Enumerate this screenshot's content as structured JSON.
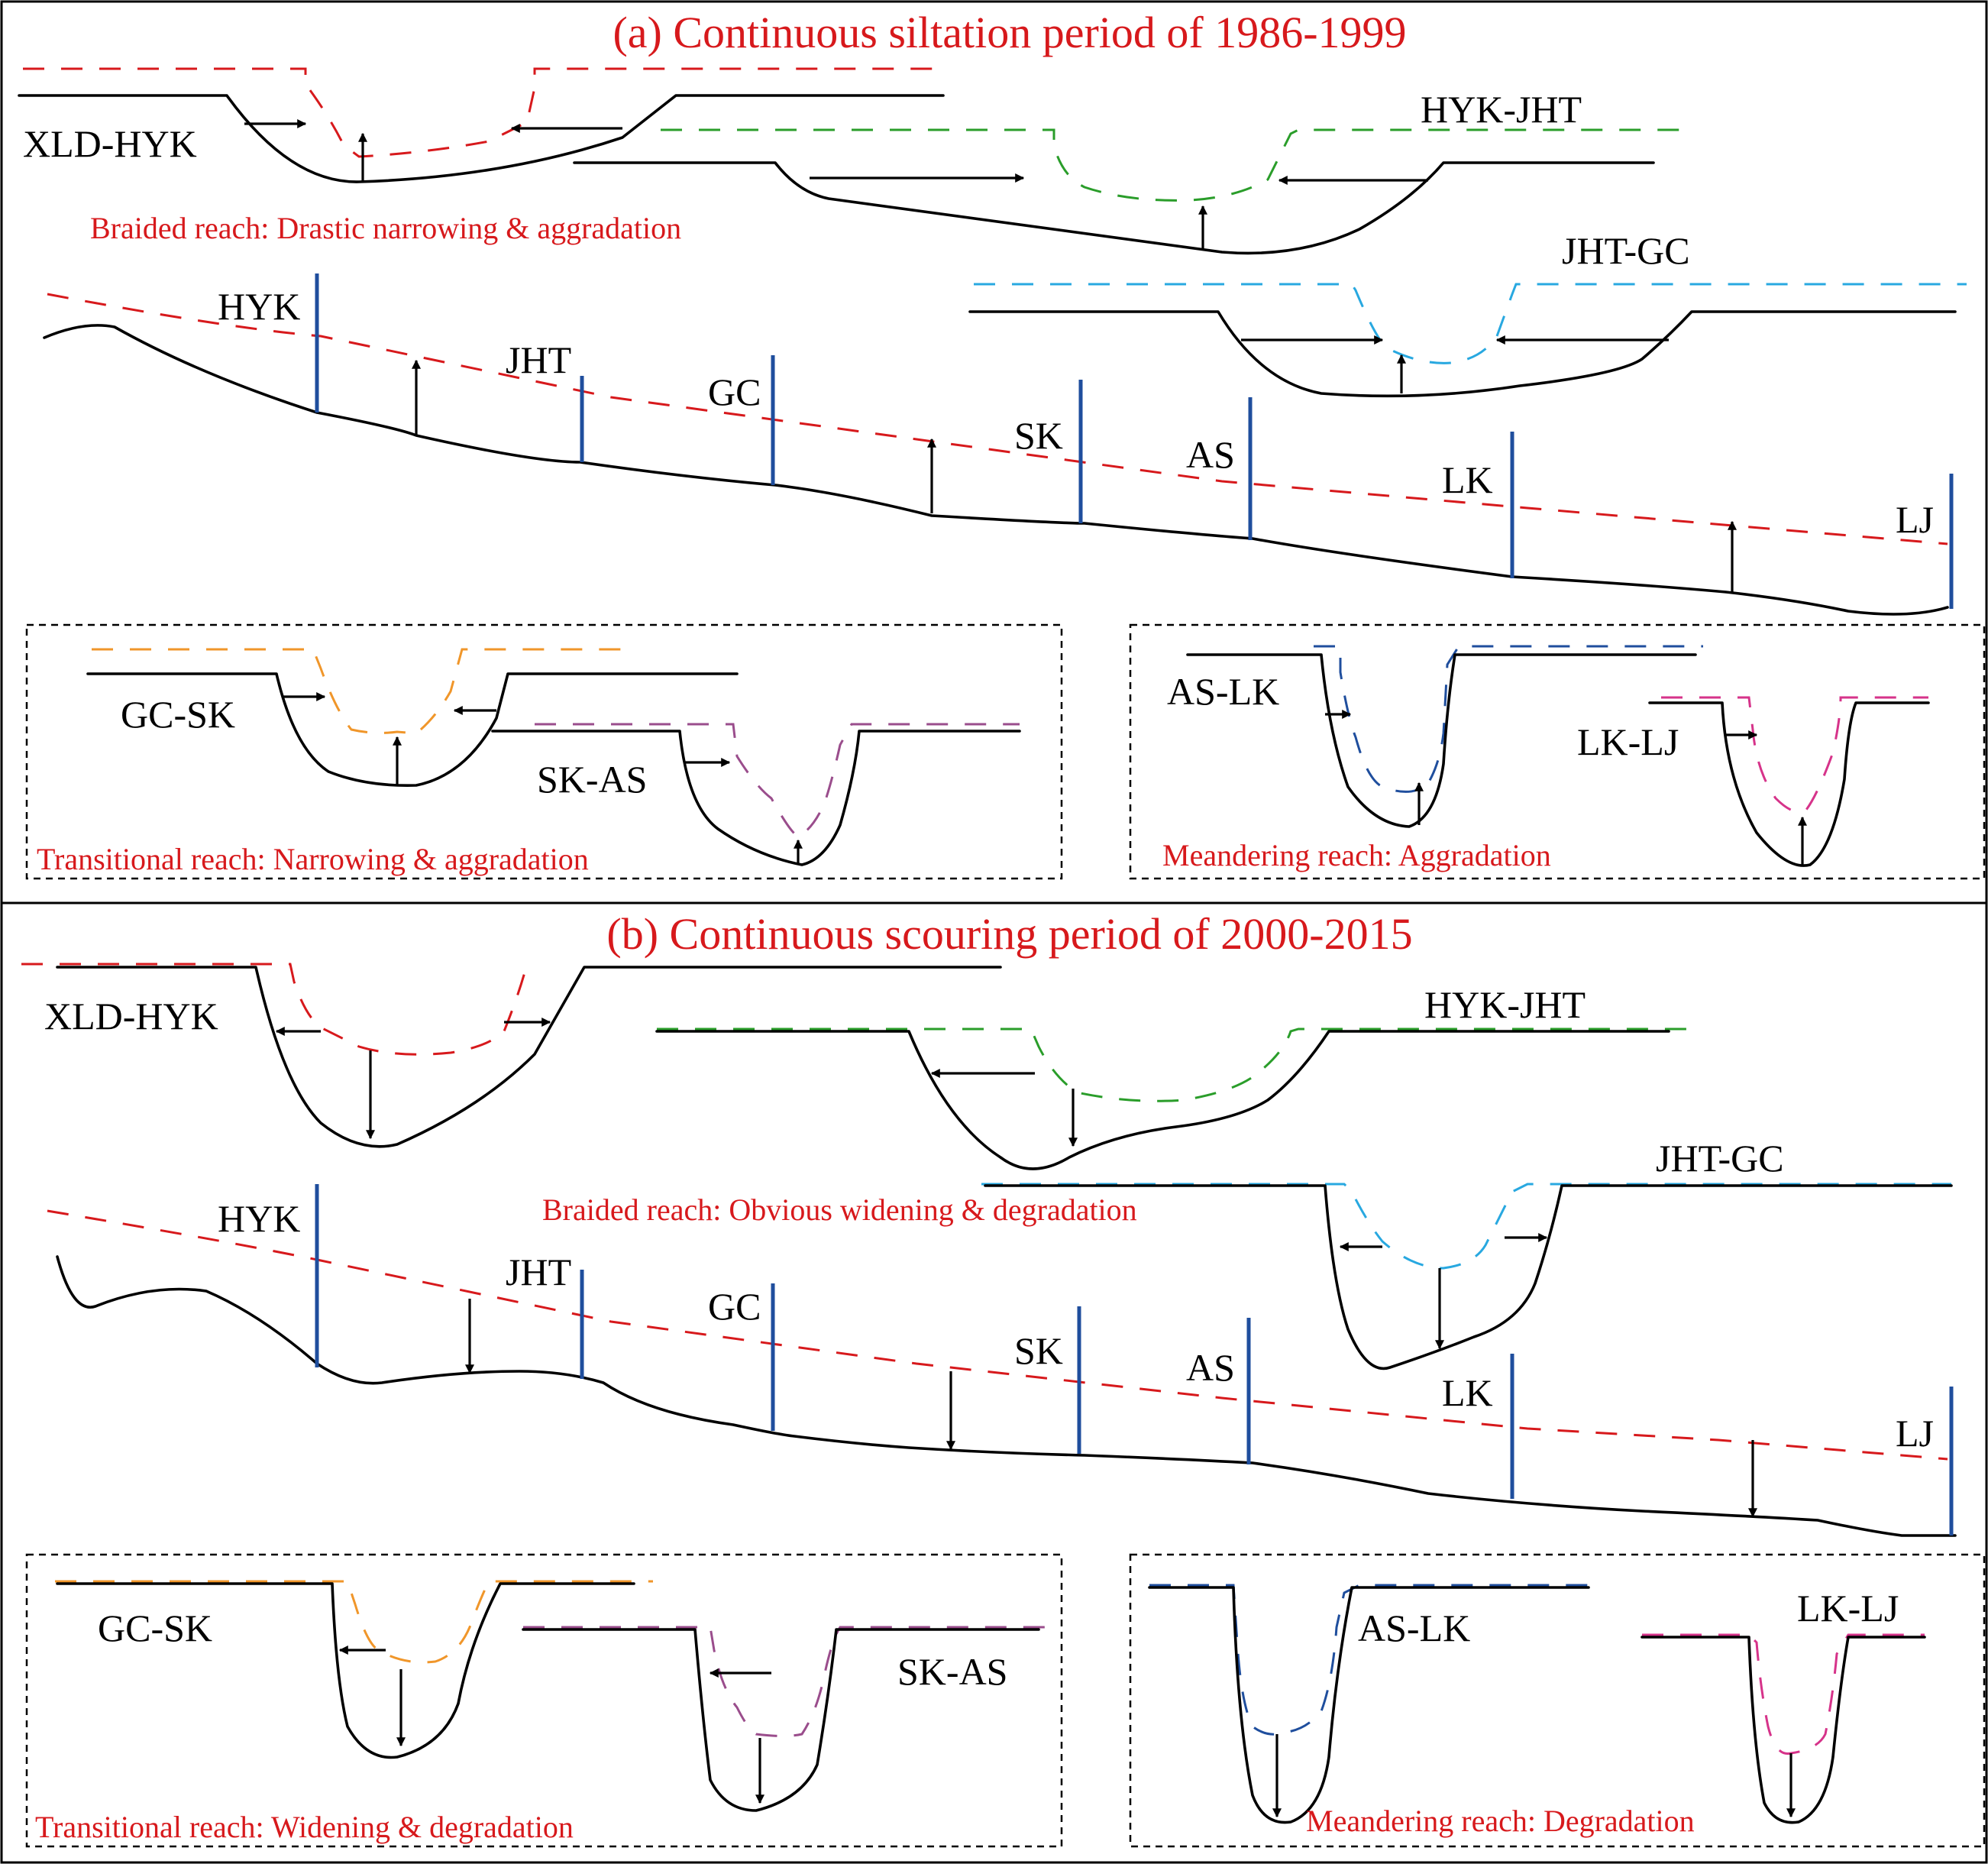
{
  "colors": {
    "longitudinal_water": "#d7191c",
    "station": "#1f4e9d",
    "caption": "#d7191c",
    "xld_hyk": "#d7191c",
    "hyk_jht": "#2a9d2a",
    "jht_gc": "#28a8e0",
    "gc_sk": "#f0962a",
    "sk_as": "#9a4d8c",
    "as_lk": "#1f4e9d",
    "lk_lj": "#d6338a"
  },
  "icons": [
    "arrow-up-icon",
    "arrow-down-icon",
    "arrow-left-icon",
    "arrow-right-icon"
  ],
  "panel_a": {
    "title": "(a) Continuous siltation period of 1986-1999",
    "stations": [
      "HYK",
      "JHT",
      "GC",
      "SK",
      "AS",
      "LK",
      "LJ"
    ],
    "sections": {
      "xld_hyk": "XLD-HYK",
      "hyk_jht": "HYK-JHT",
      "jht_gc": "JHT-GC",
      "gc_sk": "GC-SK",
      "sk_as": "SK-AS",
      "as_lk": "AS-LK",
      "lk_lj": "LK-LJ"
    },
    "captions": {
      "braided": "Braided reach: Drastic narrowing & aggradation",
      "transitional": "Transitional reach: Narrowing &  aggradation",
      "meandering": "Meandering reach: Aggradation"
    }
  },
  "panel_b": {
    "title": "(b) Continuous scouring  period of 2000-2015",
    "stations": [
      "HYK",
      "JHT",
      "GC",
      "SK",
      "AS",
      "LK",
      "LJ"
    ],
    "sections": {
      "xld_hyk": "XLD-HYK",
      "hyk_jht": "HYK-JHT",
      "jht_gc": "JHT-GC",
      "gc_sk": "GC-SK",
      "sk_as": "SK-AS",
      "as_lk": "AS-LK",
      "lk_lj": "LK-LJ"
    },
    "captions": {
      "braided": "Braided reach: Obvious widening & degradation",
      "transitional": "Transitional reach: Widening &  degradation",
      "meandering": "Meandering reach: Degradation"
    }
  }
}
